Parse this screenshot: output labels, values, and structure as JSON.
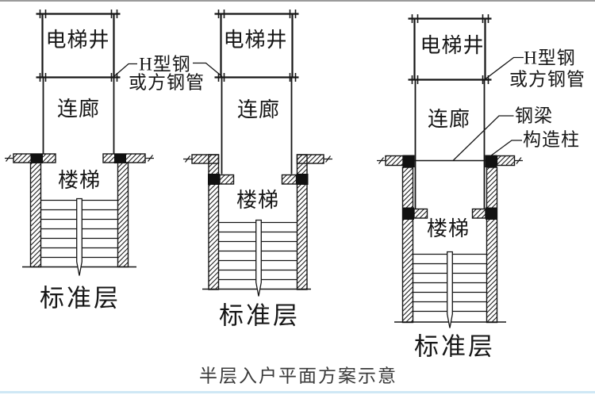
{
  "caption": "半层入户平面方案示意",
  "colors": {
    "line": "#161616",
    "text": "#161616",
    "top_border": "#9b9b9b",
    "bottom_strip": "#cfe8f5",
    "background": "#ffffff"
  },
  "diagrams": [
    {
      "name": "scheme-1",
      "labels": {
        "elevator_shaft": "电梯井",
        "corridor": "连廊",
        "stairs": "楼梯",
        "standard_floor": "标准层"
      }
    },
    {
      "name": "scheme-2",
      "labels": {
        "elevator_shaft": "电梯井",
        "corridor": "连廊",
        "stairs": "楼梯",
        "standard_floor": "标准层"
      }
    },
    {
      "name": "scheme-3",
      "labels": {
        "elevator_shaft": "电梯井",
        "corridor": "连廊",
        "stairs": "楼梯",
        "standard_floor": "标准层"
      }
    }
  ],
  "annotations": {
    "h_steel": {
      "line1": "H型钢",
      "line2": "或方钢管"
    },
    "steel_beam": "钢梁",
    "structural_column": "构造柱"
  }
}
